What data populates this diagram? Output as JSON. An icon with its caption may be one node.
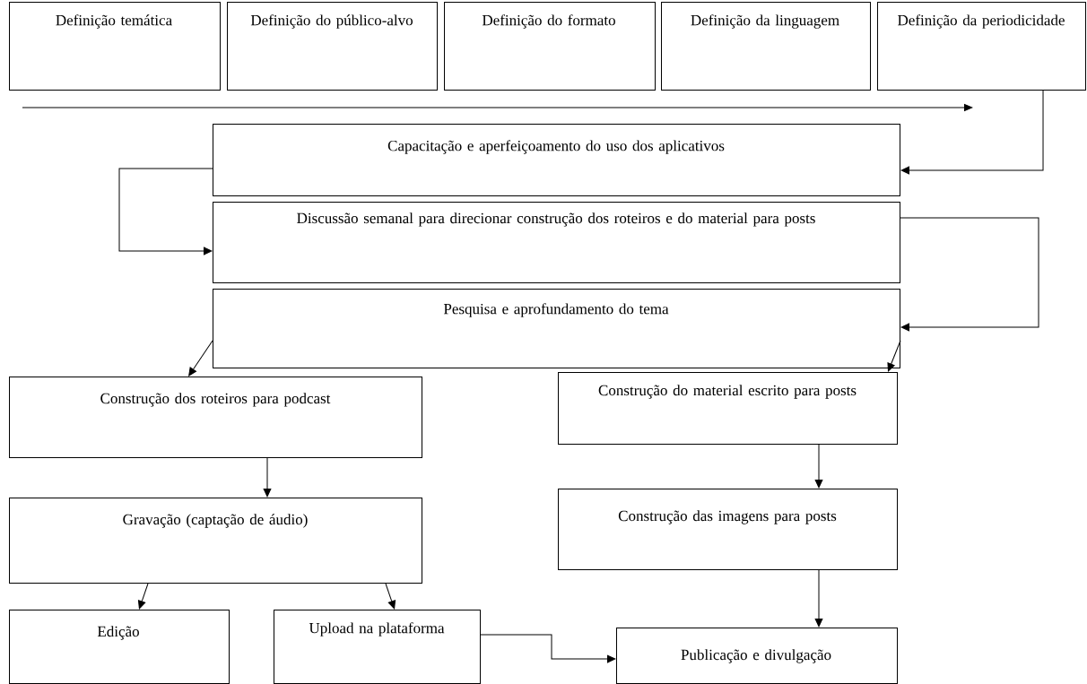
{
  "diagram": {
    "nodes": [
      {
        "text": [
          "Definição temática"
        ]
      },
      {
        "text": [
          "Definição do público-alvo"
        ]
      },
      {
        "text": [
          "Definição do formato"
        ]
      },
      {
        "text": [
          "Definição da linguagem"
        ]
      },
      {
        "text": [
          "Definição da periodicidade"
        ]
      },
      {
        "text": [
          "Capacitação e aperfeiçoamento do uso dos aplicativos"
        ]
      },
      {
        "text": [
          "Discussão semanal para direcionar construção dos roteiros e do material para posts"
        ]
      },
      {
        "text": [
          "Pesquisa e aprofundamento do tema"
        ]
      },
      {
        "text": [
          "Construção dos roteiros para podcast"
        ]
      },
      {
        "text": [
          "Construção do material escrito para posts"
        ]
      },
      {
        "text": [
          "Gravação (captação de áudio)"
        ]
      },
      {
        "text": [
          "Construção das imagens para posts"
        ]
      },
      {
        "text": [
          "Edição"
        ]
      },
      {
        "text": [
          "Upload na plataforma"
        ]
      },
      {
        "text": [
          "Publicação e divulgação"
        ]
      }
    ],
    "edges": [
      {
        "from": 4,
        "to": 5,
        "arrow": "to"
      },
      {
        "from": 5,
        "to": 6,
        "arrow": "to"
      },
      {
        "from": 6,
        "to": 7,
        "arrow": "to"
      },
      {
        "from": 7,
        "to": 8,
        "arrow": "to"
      },
      {
        "from": 7,
        "to": 9,
        "arrow": "to"
      },
      {
        "from": 8,
        "to": 10,
        "arrow": "to"
      },
      {
        "from": 9,
        "to": 11,
        "arrow": "to"
      },
      {
        "from": 10,
        "to": 12,
        "arrow": "to"
      },
      {
        "from": 10,
        "to": 13,
        "arrow": "to"
      },
      {
        "from": 13,
        "to": 14,
        "arrow": "to"
      },
      {
        "from": 11,
        "to": 14,
        "arrow": "to"
      }
    ]
  }
}
